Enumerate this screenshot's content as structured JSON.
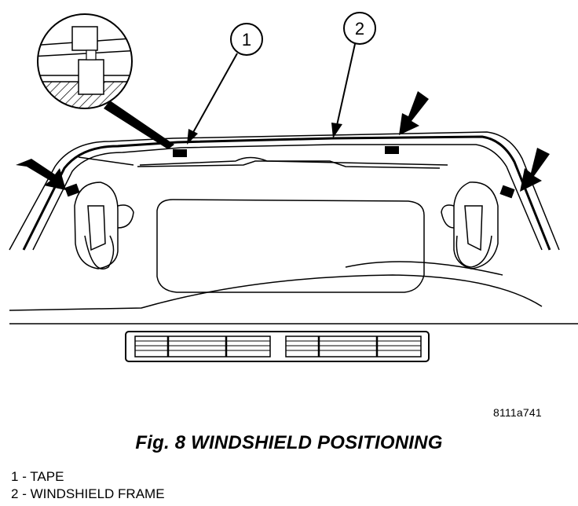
{
  "callouts": [
    {
      "number": "1"
    },
    {
      "number": "2"
    }
  ],
  "figure": {
    "code": "8111a741",
    "caption": "Fig. 8 WINDSHIELD POSITIONING"
  },
  "legend": [
    {
      "number": "1",
      "label": "TAPE"
    },
    {
      "number": "2",
      "label": "WINDSHIELD FRAME"
    }
  ],
  "colors": {
    "ink": "#000000",
    "paper": "#ffffff"
  }
}
